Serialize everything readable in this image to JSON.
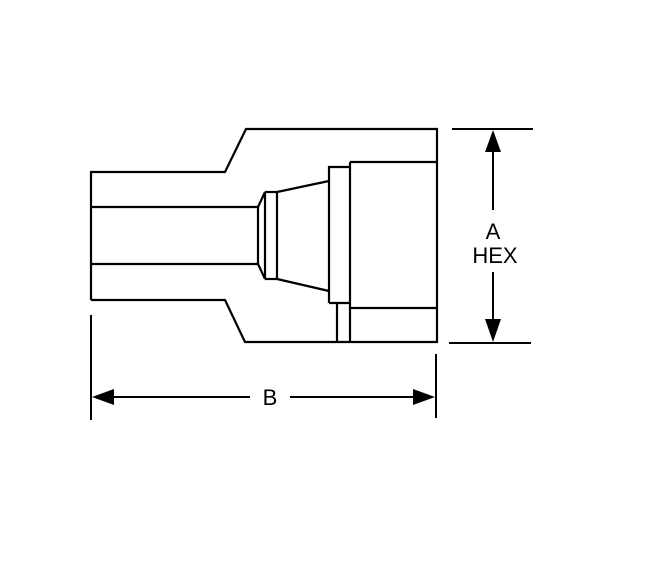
{
  "drawing": {
    "type": "technical-drawing",
    "subject": "hex fitting side view",
    "line_color": "#000000",
    "background": "#ffffff"
  },
  "dimensions": {
    "a": {
      "line1": "A",
      "line2": "HEX",
      "orientation": "vertical"
    },
    "b": {
      "label": "B",
      "orientation": "horizontal"
    }
  }
}
